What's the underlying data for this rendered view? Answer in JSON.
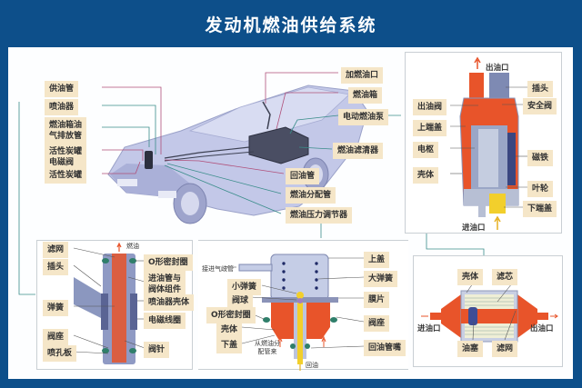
{
  "title": "发动机燃油供给系统",
  "colors": {
    "frame": "#0d4f8a",
    "label_bg": "#f5e6c8",
    "car_body": "#b7bde0",
    "fuel_orange": "#e8542a",
    "fuel_yellow": "#f2cf2c",
    "seal_green": "#2f7e6a",
    "line_pink": "#b0507a",
    "line_teal": "#3a8d8a"
  },
  "car_overview": {
    "left_labels": [
      "供油管",
      "喷油器",
      "燃油箱油\n气排放管",
      "活性炭罐\n电磁阀",
      "活性炭罐"
    ],
    "right_labels": [
      "加燃油口",
      "燃油箱",
      "电动燃油泵",
      "燃油滤清器",
      "回油管",
      "燃油分配管",
      "燃油压力调节器"
    ]
  },
  "fuel_pump": {
    "top_label": "出油口",
    "bottom_label": "进油口",
    "left_labels": [
      "出油阀",
      "上端盖",
      "电枢",
      "壳体"
    ],
    "right_labels": [
      "插头",
      "安全阀",
      "磁铁",
      "叶轮",
      "下端盖"
    ]
  },
  "injector": {
    "inlet_label": "燃油",
    "left_labels": [
      "滤网",
      "插头",
      "弹簧",
      "阀座",
      "喷孔板"
    ],
    "right_labels": [
      "O形密封圈",
      "进油管与\n阀体组件",
      "喷油器壳体",
      "电磁线圈",
      "阀针"
    ]
  },
  "regulator": {
    "intake_label": "接进气歧管",
    "left_labels": [
      "小弹簧",
      "阀球",
      "O形密封圈",
      "壳体",
      "下盖"
    ],
    "right_labels": [
      "上盖",
      "大弹簧",
      "膜片",
      "阀座",
      "回油管嘴"
    ],
    "from_label": "从燃油分\n配管来",
    "return_label": "回油"
  },
  "filter": {
    "top_labels": [
      "壳体",
      "滤芯"
    ],
    "bottom_labels": [
      "油塞",
      "滤网"
    ],
    "inlet_label": "进油口",
    "outlet_label": "出油口"
  }
}
